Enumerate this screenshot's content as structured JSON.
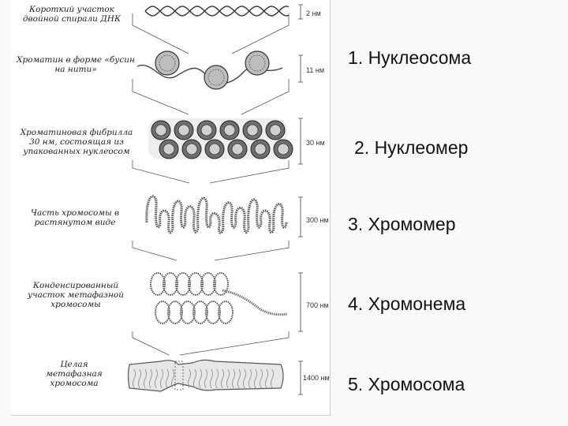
{
  "figure": {
    "labels": [
      "Короткий участок двойной спирали ДНК",
      "Хроматин в форме «бусин на нити»",
      "Хроматиновая фибрилла 30 нм, состоящая из упакованных нуклеосом",
      "Часть хромосомы в растянутом виде",
      "Конденсированный участок метафазной хромосомы",
      "Целая метафазная хромосома"
    ],
    "scales": [
      "2 нм",
      "11 нм",
      "30 нм",
      "300 нм",
      "700 нм",
      "1400 нм"
    ]
  },
  "levels": [
    "1. Нуклеосома",
    "2. Нуклеомер",
    "3. Хромомер",
    "4. Хромонема",
    "5. Хромосома"
  ]
}
